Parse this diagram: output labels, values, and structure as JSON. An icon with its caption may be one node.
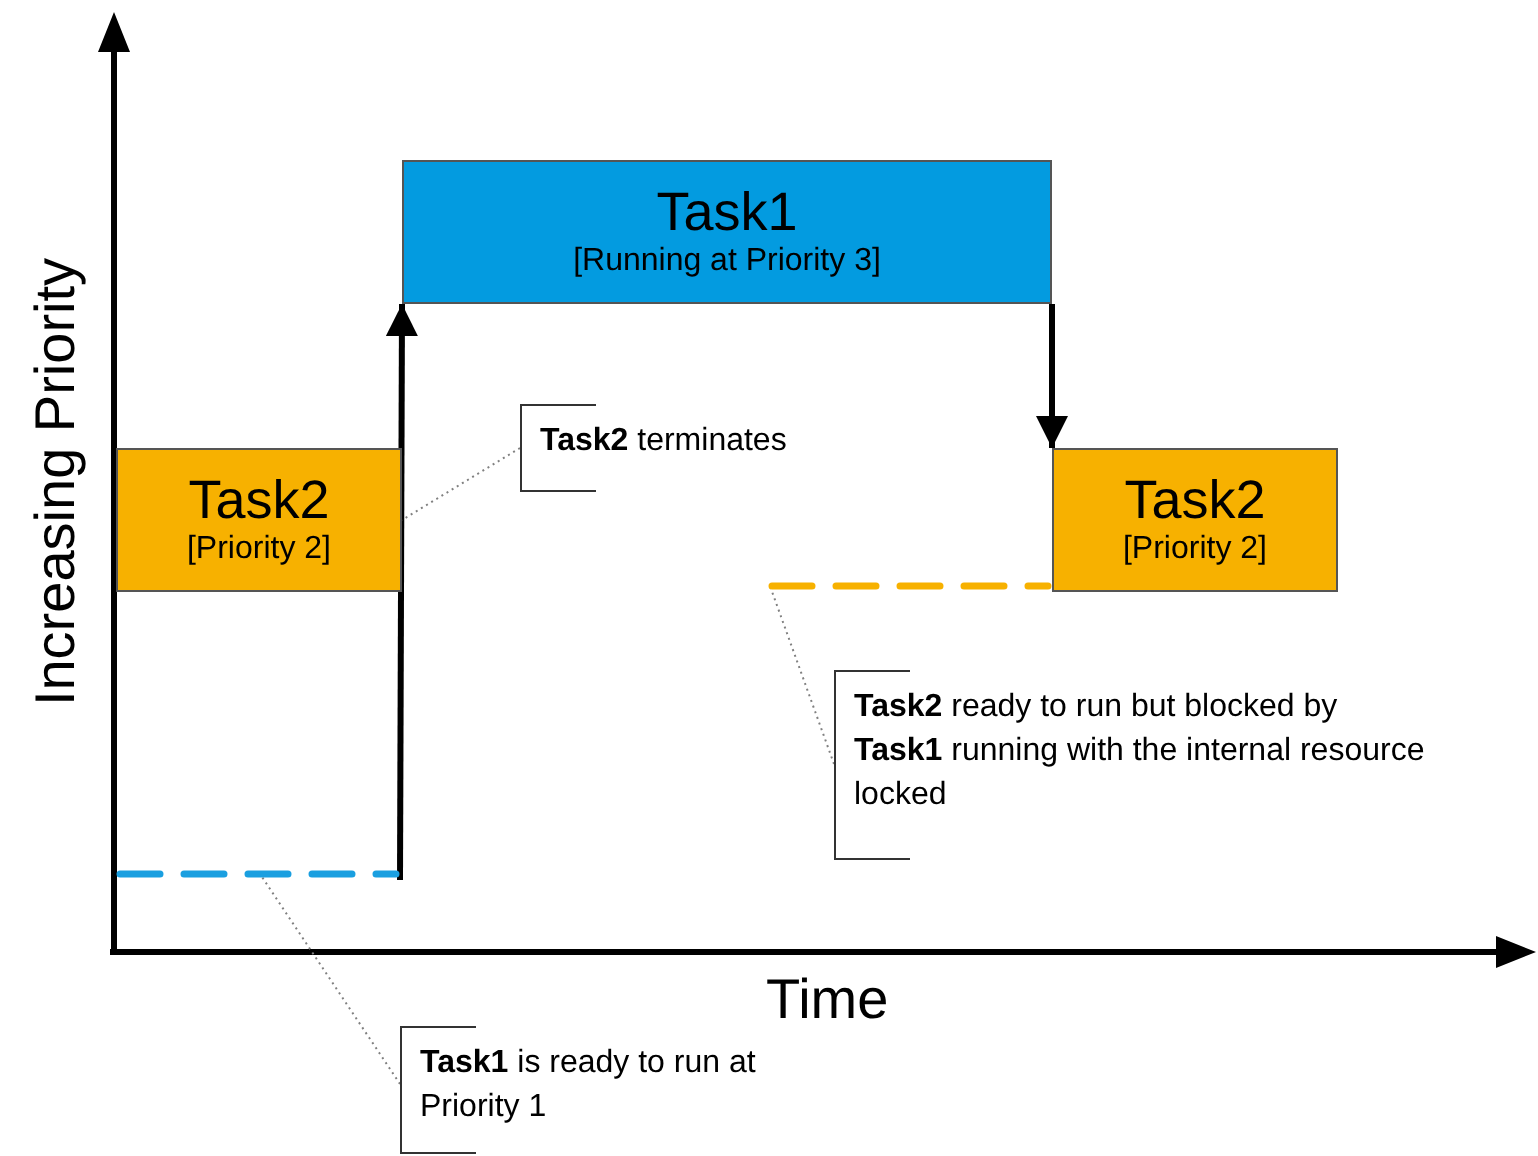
{
  "diagram": {
    "nodes": [
      {
        "text": [
          "Task2",
          "[Priority 2]"
        ]
      },
      {
        "text": [
          "Task1",
          "[Running at Priority 3]"
        ]
      },
      {
        "text": [
          "Task2",
          "[Priority 2]"
        ]
      },
      {
        "text": [
          "**Task2** terminates"
        ]
      },
      {
        "text": [
          "**Task2** ready to run but blocked by **Task1** running with the internal resource locked"
        ]
      },
      {
        "text": [
          "**Task1** is ready to run at Priority 1"
        ]
      },
      {
        "text": [],
        "shape": "bar"
      },
      {
        "text": [],
        "shape": "bar"
      }
    ],
    "edges": [
      {
        "from": 6,
        "to": 1,
        "arrow": "to",
        "style": "thick",
        "color": "#000000"
      },
      {
        "from": 1,
        "to": 2,
        "arrow": "to",
        "style": "thick",
        "color": "#000000"
      },
      {
        "from": 3,
        "to": 0,
        "arrow": "none",
        "style": "dashed"
      },
      {
        "from": 4,
        "to": 7,
        "arrow": "none",
        "style": "dashed"
      },
      {
        "from": 5,
        "to": 6,
        "arrow": "none",
        "style": "dashed"
      }
    ],
    "labels": [
      "Increasing Priority",
      "Time"
    ]
  }
}
